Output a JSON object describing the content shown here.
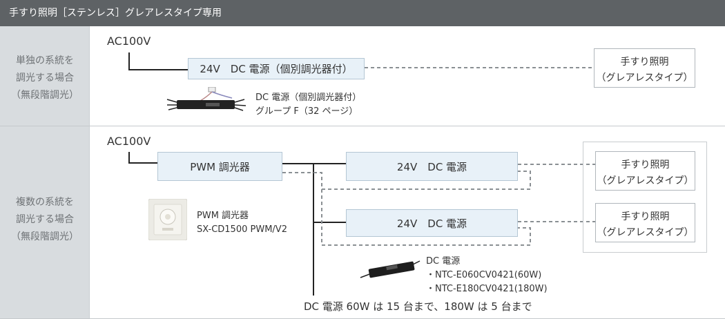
{
  "header": {
    "title": "手すり照明［ステンレス］グレアレスタイプ専用"
  },
  "section_single": {
    "label_lines": [
      "単独の系統を",
      "調光する場合",
      "（無段階調光）"
    ],
    "ac_label": "AC100V",
    "power_box": "24V　DC 電源（個別調光器付）",
    "light_lines": [
      "手すり照明",
      "（グレアレスタイプ）"
    ],
    "note_lines": [
      "DC 電源（個別調光器付）",
      "グループ F（32 ページ）"
    ]
  },
  "section_multi": {
    "label_lines": [
      "複数の系統を",
      "調光する場合",
      "（無段階調光）"
    ],
    "ac_label": "AC100V",
    "dimmer_box": "PWM 調光器",
    "power_box_1": "24V　DC 電源",
    "power_box_2": "24V　DC 電源",
    "light_1_lines": [
      "手すり照明",
      "（グレアレスタイプ）"
    ],
    "light_2_lines": [
      "手すり照明",
      "（グレアレスタイプ）"
    ],
    "dimmer_note_lines": [
      "PWM 調光器",
      "SX-CD1500 PWM/V2"
    ],
    "psu_note_lines": [
      "DC 電源",
      "・NTC-E060CV0421(60W)",
      "・NTC-E180CV0421(180W)"
    ],
    "footer_note": "DC 電源 60W は 15 台まで、180W は 5 台まで"
  }
}
